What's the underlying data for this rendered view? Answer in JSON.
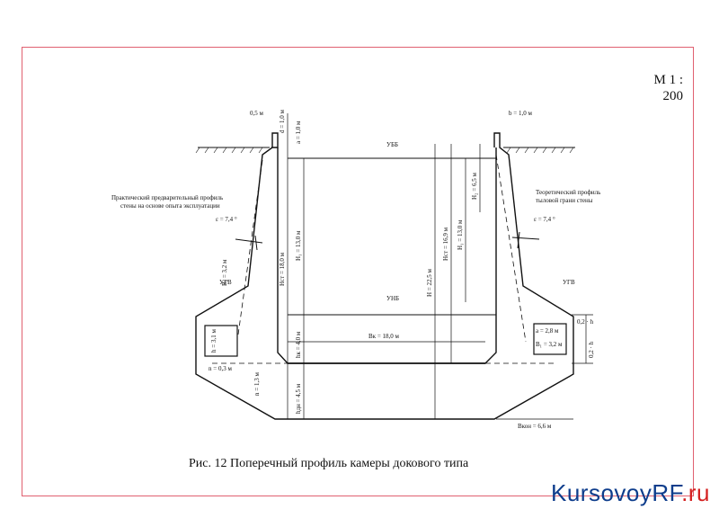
{
  "scale": {
    "line1": "М 1 :",
    "line2": "200"
  },
  "caption": "Рис. 12  Поперечный профиль камеры докового типа",
  "watermark": {
    "part1": "KursovoyRF",
    "part2": ".ru",
    "color_main": "#0e3d8c",
    "color_accent": "#d42020"
  },
  "labels": {
    "top_left_width": "0,5 м",
    "top_right_width": "b = 1,0 м",
    "a_top": "a = 1,0 м",
    "d_top": "d = 1,0 м",
    "ubb": "УББ",
    "unb": "УНБ",
    "ugv_left": "УГВ",
    "ugv_right": "УГВ",
    "note_left_1": "Практический предварительный профиль",
    "note_left_2": "стены на основе опыта эксплуатации",
    "note_right_1": "Теоретический профиль",
    "note_right_2": "тыловой грани стены",
    "eps_left": "ε = 7,4 °",
    "eps_right": "ε = 7,4 °",
    "b1_left": "B₁ = 3,2 м",
    "h_gal": "h = 3,1 м",
    "n_small": "n = 0,3 м",
    "n_big": "n = 1,3 м",
    "h_wall": "Hст = 18,0 м",
    "h1": "H₁ = 13,0 м",
    "hk": "hк = 4,0 м",
    "hdn": "hдн = 4,5 м",
    "b_cam": "Bк = 18,0 м",
    "h_total": "H = 22,5 м",
    "h_st_r": "Hст = 16,9 м",
    "h1_r": "H₁ = 13,0 м",
    "h2_r": "H₂ = 6,5 м",
    "a_gal": "a = 2,8 м",
    "b1_right": "B₁ = 3,2 м",
    "zero2_h_1": "0,2 · h",
    "zero2_h_2": "0,2 · h",
    "b_cons": "Bкон = 6,6 м"
  }
}
